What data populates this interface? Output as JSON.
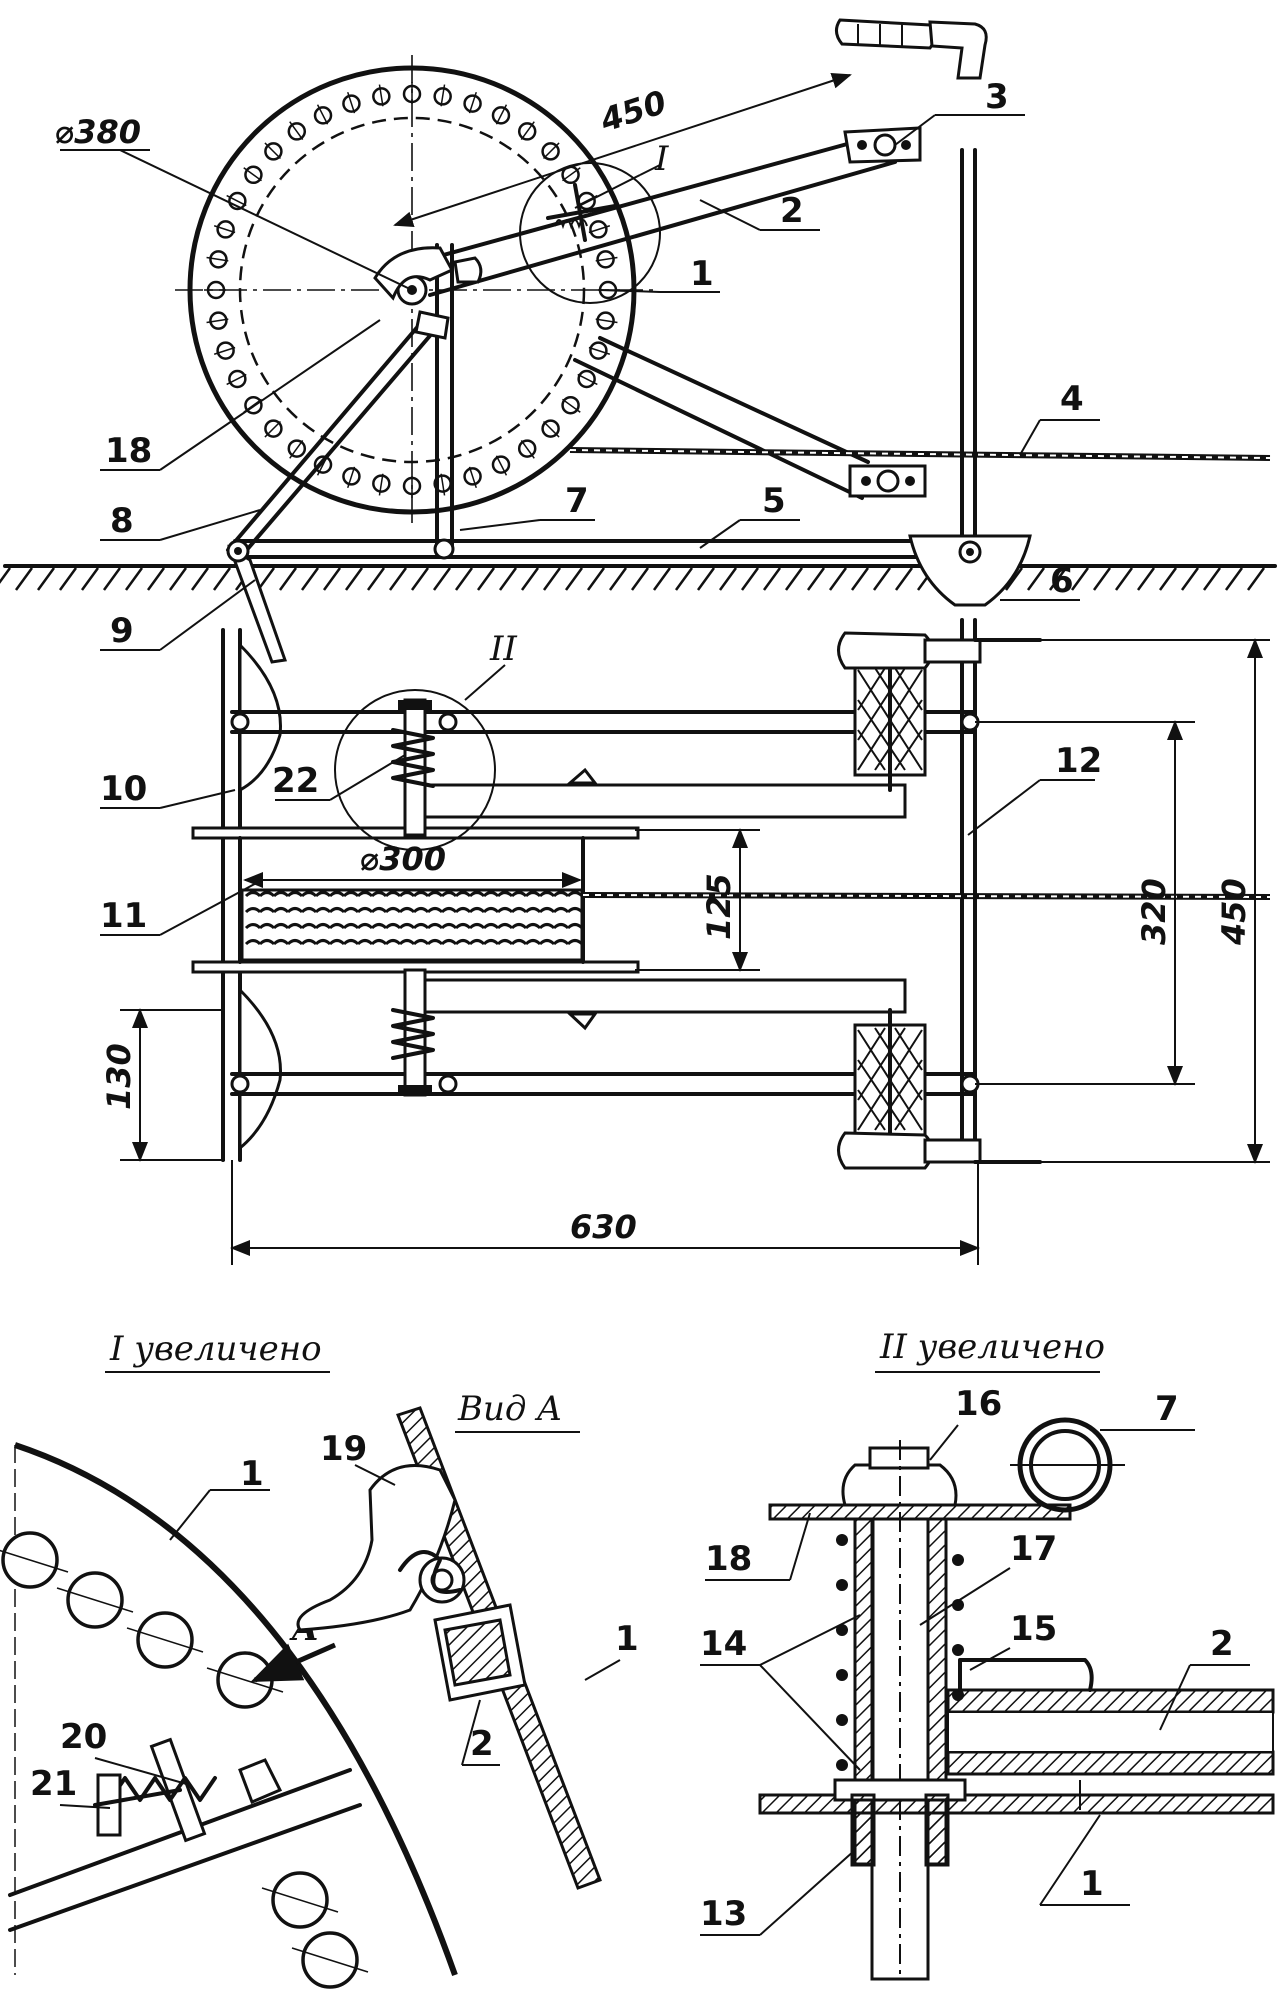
{
  "labels": {
    "l1": "1",
    "l2": "2",
    "l3": "3",
    "l4": "4",
    "l5": "5",
    "l6": "6",
    "l7": "7",
    "l8": "8",
    "l9": "9",
    "l10": "10",
    "l11": "11",
    "l12": "12",
    "l13": "13",
    "l14": "14",
    "l15": "15",
    "l16": "16",
    "l17": "17",
    "l18": "18",
    "l19": "19",
    "l20": "20",
    "l21": "21",
    "l22": "22"
  },
  "circles": {
    "c1": "I",
    "c2": "II"
  },
  "dims": {
    "d380": "⌀380",
    "d450_top": "450",
    "d300": "⌀300",
    "d125": "125",
    "d320": "320",
    "d450_side": "450",
    "d130": "130",
    "d630": "630"
  },
  "details": {
    "detail1_title": "I увеличено",
    "detail2_title": "II увеличено",
    "view_a_title": "Вид A",
    "view_a_arrow": "A"
  }
}
